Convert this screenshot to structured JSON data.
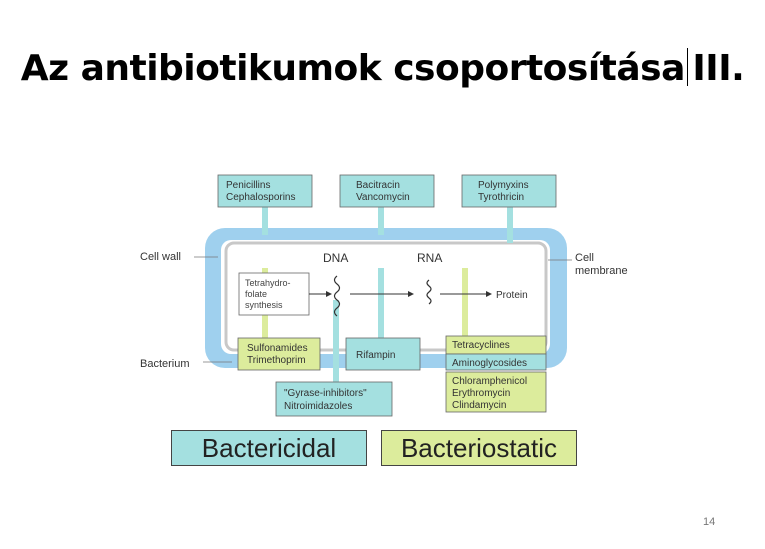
{
  "slide": {
    "title": "Az antibiotikumok csoportosítása",
    "title_suffix": "III.",
    "page_number": "14"
  },
  "diagram": {
    "outside_labels": {
      "cell_wall": "Cell wall",
      "bacterium": "Bacterium",
      "cell_membrane_1": "Cell",
      "cell_membrane_2": "membrane"
    },
    "top_boxes": [
      {
        "line1": "Penicillins",
        "line2": "Cephalosporins"
      },
      {
        "line1": "Bacitracin",
        "line2": "Vancomycin"
      },
      {
        "line1": "Polymyxins",
        "line2": "Tyrothricin"
      }
    ],
    "pathway": {
      "thf_1": "Tetrahydro-",
      "thf_2": "folate",
      "thf_3": "synthesis",
      "dna": "DNA",
      "rna": "RNA",
      "protein": "Protein"
    },
    "bottom_boxes": {
      "sulfonamides": "Sulfonamides",
      "trimethoprim": "Trimethoprim",
      "rifampin": "Rifampin",
      "gyrase_1": "\"Gyrase-inhibitors\"",
      "gyrase_2": "Nitroimidazoles",
      "tetracyclines": "Tetracyclines",
      "aminoglycosides": "Aminoglycosides",
      "chloramphenicol": "Chloramphenicol",
      "erythromycin": "Erythromycin",
      "clindamycin": "Clindamycin"
    },
    "colors": {
      "bactericidal": "#a4e0e0",
      "bacteriostatic": "#dcec9c",
      "membrane": "#9fd0ee"
    }
  },
  "legend": {
    "bactericidal": "Bactericidal",
    "bacteriostatic": "Bacteriostatic"
  }
}
